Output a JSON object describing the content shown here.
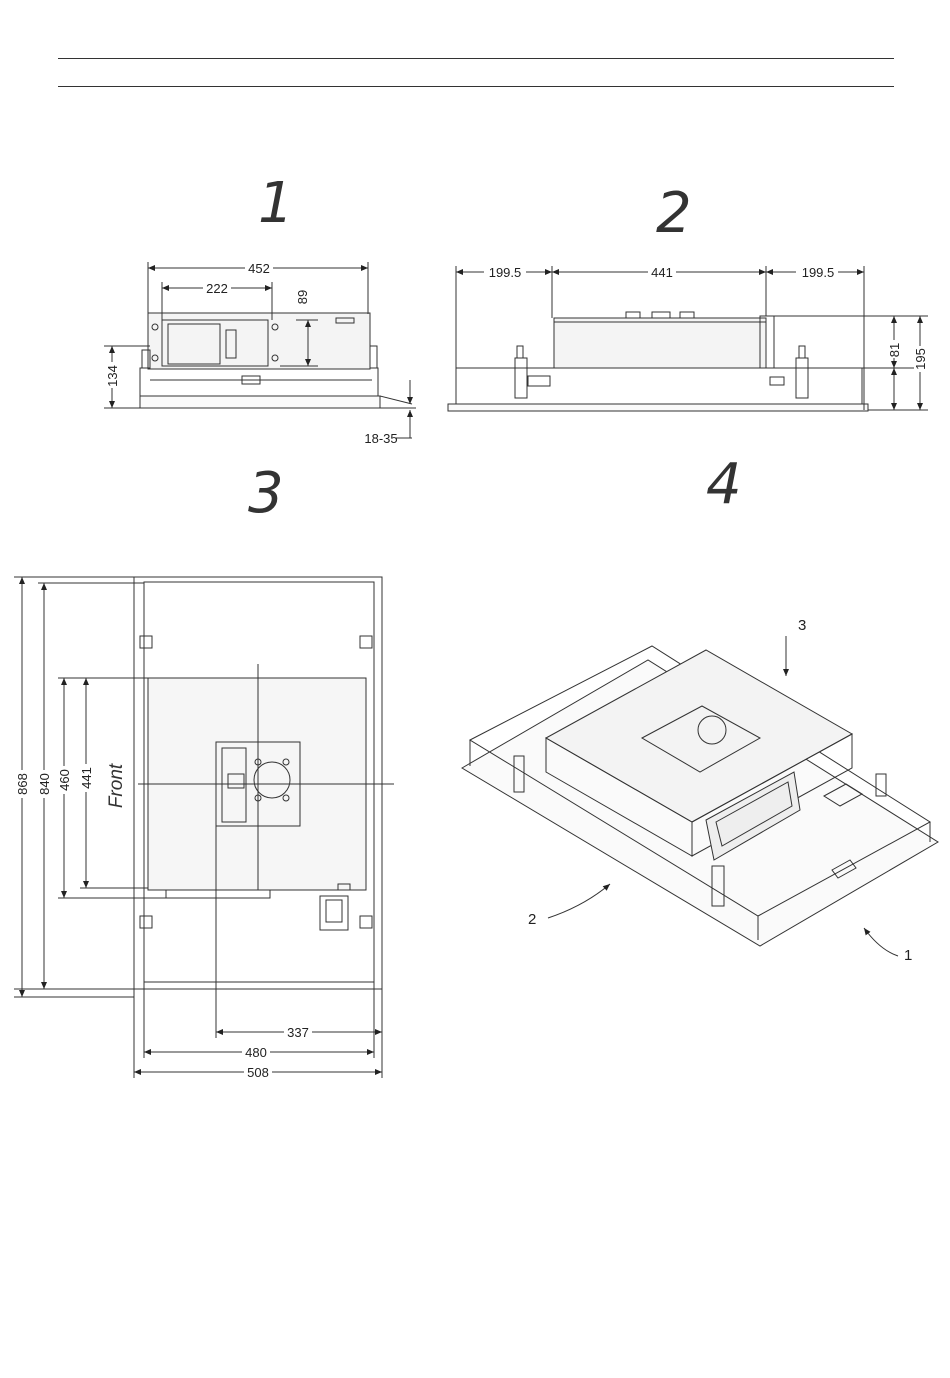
{
  "views": {
    "v1": {
      "number": "1"
    },
    "v2": {
      "number": "2"
    },
    "v3": {
      "number": "3"
    },
    "v4": {
      "number": "4"
    }
  },
  "dims": {
    "w452": "452",
    "w222": "222",
    "h89": "89",
    "h134": "134",
    "h1835": "18-35",
    "l1995": "199.5",
    "c441": "441",
    "r1995": "199.5",
    "h81": "81",
    "h195": "195",
    "h868": "868",
    "h840": "840",
    "h460": "460",
    "h441": "441",
    "w337": "337",
    "w480": "480",
    "w508": "508"
  },
  "front_label": "Front",
  "callouts": {
    "c1": "1",
    "c2": "2",
    "c3": "3"
  }
}
